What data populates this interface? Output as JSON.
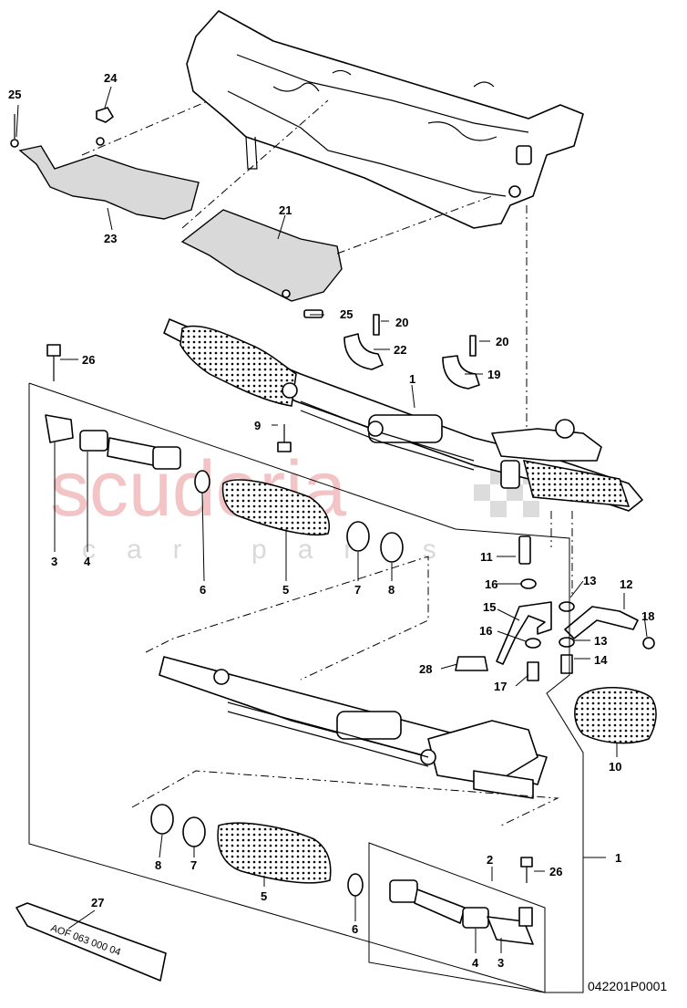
{
  "watermark": {
    "brand": "scuderia",
    "sub": "car parts"
  },
  "drawing_code": "042201P0001",
  "tube_text": "AOF 063 000 04",
  "labels": {
    "p25a": "25",
    "p24": "24",
    "p23": "23",
    "p21": "21",
    "p25b": "25",
    "p20a": "20",
    "p22": "22",
    "p20b": "20",
    "p19": "19",
    "p26a": "26",
    "p1a": "1",
    "p9": "9",
    "p3a": "3",
    "p4a": "4",
    "p6a": "6",
    "p5a": "5",
    "p7a": "7",
    "p8a": "8",
    "p11": "11",
    "p16a": "16",
    "p13a": "13",
    "p12": "12",
    "p15": "15",
    "p16b": "16",
    "p18": "18",
    "p13b": "13",
    "p28": "28",
    "p14": "14",
    "p17": "17",
    "p10": "10",
    "p2": "2",
    "p26b": "26",
    "p1b": "1",
    "p8b": "8",
    "p7b": "7",
    "p5b": "5",
    "p6b": "6",
    "p27": "27",
    "p4b": "4",
    "p3b": "3"
  }
}
